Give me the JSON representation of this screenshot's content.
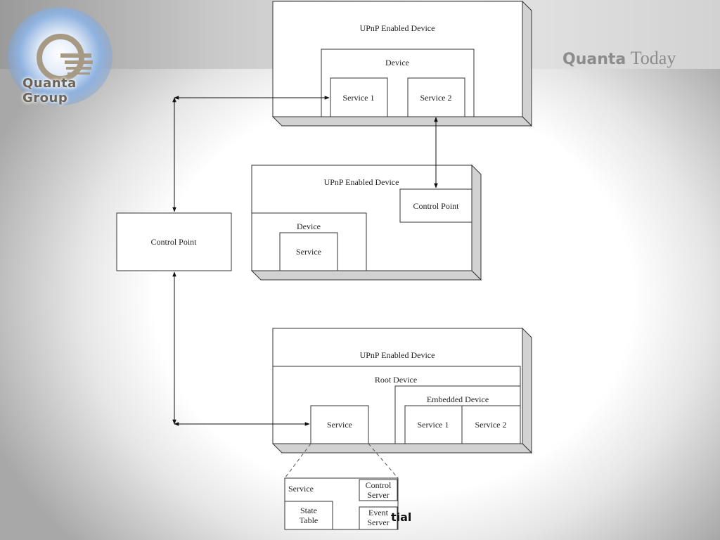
{
  "logo": {
    "text": "Quanta Group"
  },
  "brand": {
    "part1": "Quanta",
    "part2": "Today"
  },
  "footer": {
    "fragment": "tial"
  },
  "top_device": {
    "title": "UPnP Enabled Device",
    "device_label": "Device",
    "service1": "Service 1",
    "service2": "Service 2"
  },
  "middle_device": {
    "title": "UPnP Enabled Device",
    "device_label": "Device",
    "service": "Service",
    "control_point": "Control Point"
  },
  "left_control_point": "Control Point",
  "bottom_device": {
    "title": "UPnP Enabled Device",
    "root_label": "Root Device",
    "embedded_label": "Embedded Device",
    "service": "Service",
    "service1": "Service 1",
    "service2": "Service 2"
  },
  "detail": {
    "service": "Service",
    "control_server_line1": "Control",
    "control_server_line2": "Server",
    "state_table_line1": "State",
    "state_table_line2": "Table",
    "event_server_line1": "Event",
    "event_server_line2": "Server"
  },
  "colors": {
    "box_stroke": "#333333",
    "shadow_fill": "#d2d2d2",
    "arrow": "#111111"
  }
}
